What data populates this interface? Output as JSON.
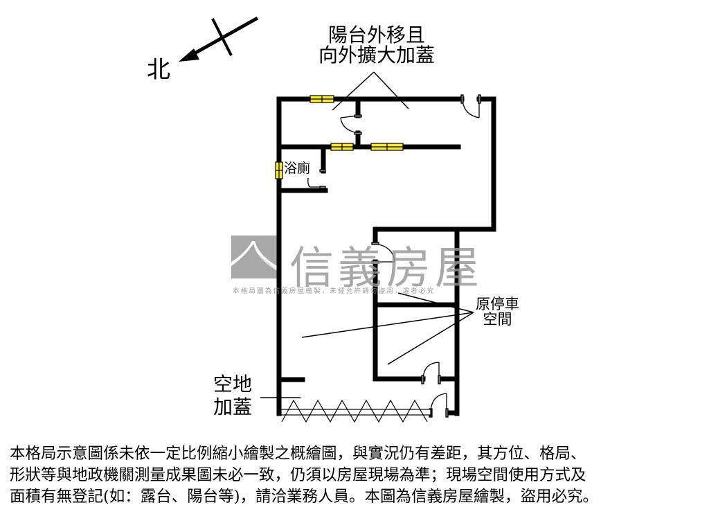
{
  "compass": {
    "north_label": "北",
    "icon": "north-arrow-icon"
  },
  "labels": {
    "balcony": {
      "line1": "陽台外移且",
      "line2": "向外擴大加蓋"
    },
    "bathroom": "浴廁",
    "original_parking": {
      "line1": "原停車",
      "line2": "空間"
    },
    "open_space": {
      "line1": "空地",
      "line2": "加蓋"
    }
  },
  "watermark": {
    "brand": "信義房屋",
    "notice": "本格局圖為信義房屋繪製，未經允許請勿盜用，違者必究",
    "logo_icon": "sinyi-logo-icon"
  },
  "disclaimer": {
    "lines": [
      "本格局示意圖係未依一定比例縮小繪製之概繪圖，與實況仍有差距，其方位、格局、",
      "形狀等與地政機關測量成果圖未必一致，仍須以房屋現場為準；現場空間使用方式及",
      "面積有無登記(如：露台、陽台等)，請洽業務人員。本圖為信義房屋繪製，盜用必究。"
    ]
  },
  "colors": {
    "wall": "#000000",
    "window_fill": "#f5e642",
    "watermark_gray": "#969696",
    "background": "#ffffff"
  }
}
